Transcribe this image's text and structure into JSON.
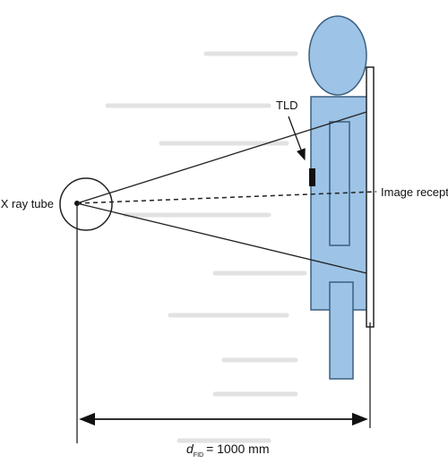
{
  "labels": {
    "tube": "X ray tube",
    "tld": "TLD",
    "receptor": "Image receptor",
    "distance_var": "d",
    "distance_sub": "FID",
    "distance_value": "= 1000 mm"
  },
  "colors": {
    "body_fill": "#9dc3e6",
    "body_stroke": "#3a5f80",
    "line": "#222222",
    "dosimeter": "#111111",
    "ghost_text": "#d3d3d3"
  }
}
